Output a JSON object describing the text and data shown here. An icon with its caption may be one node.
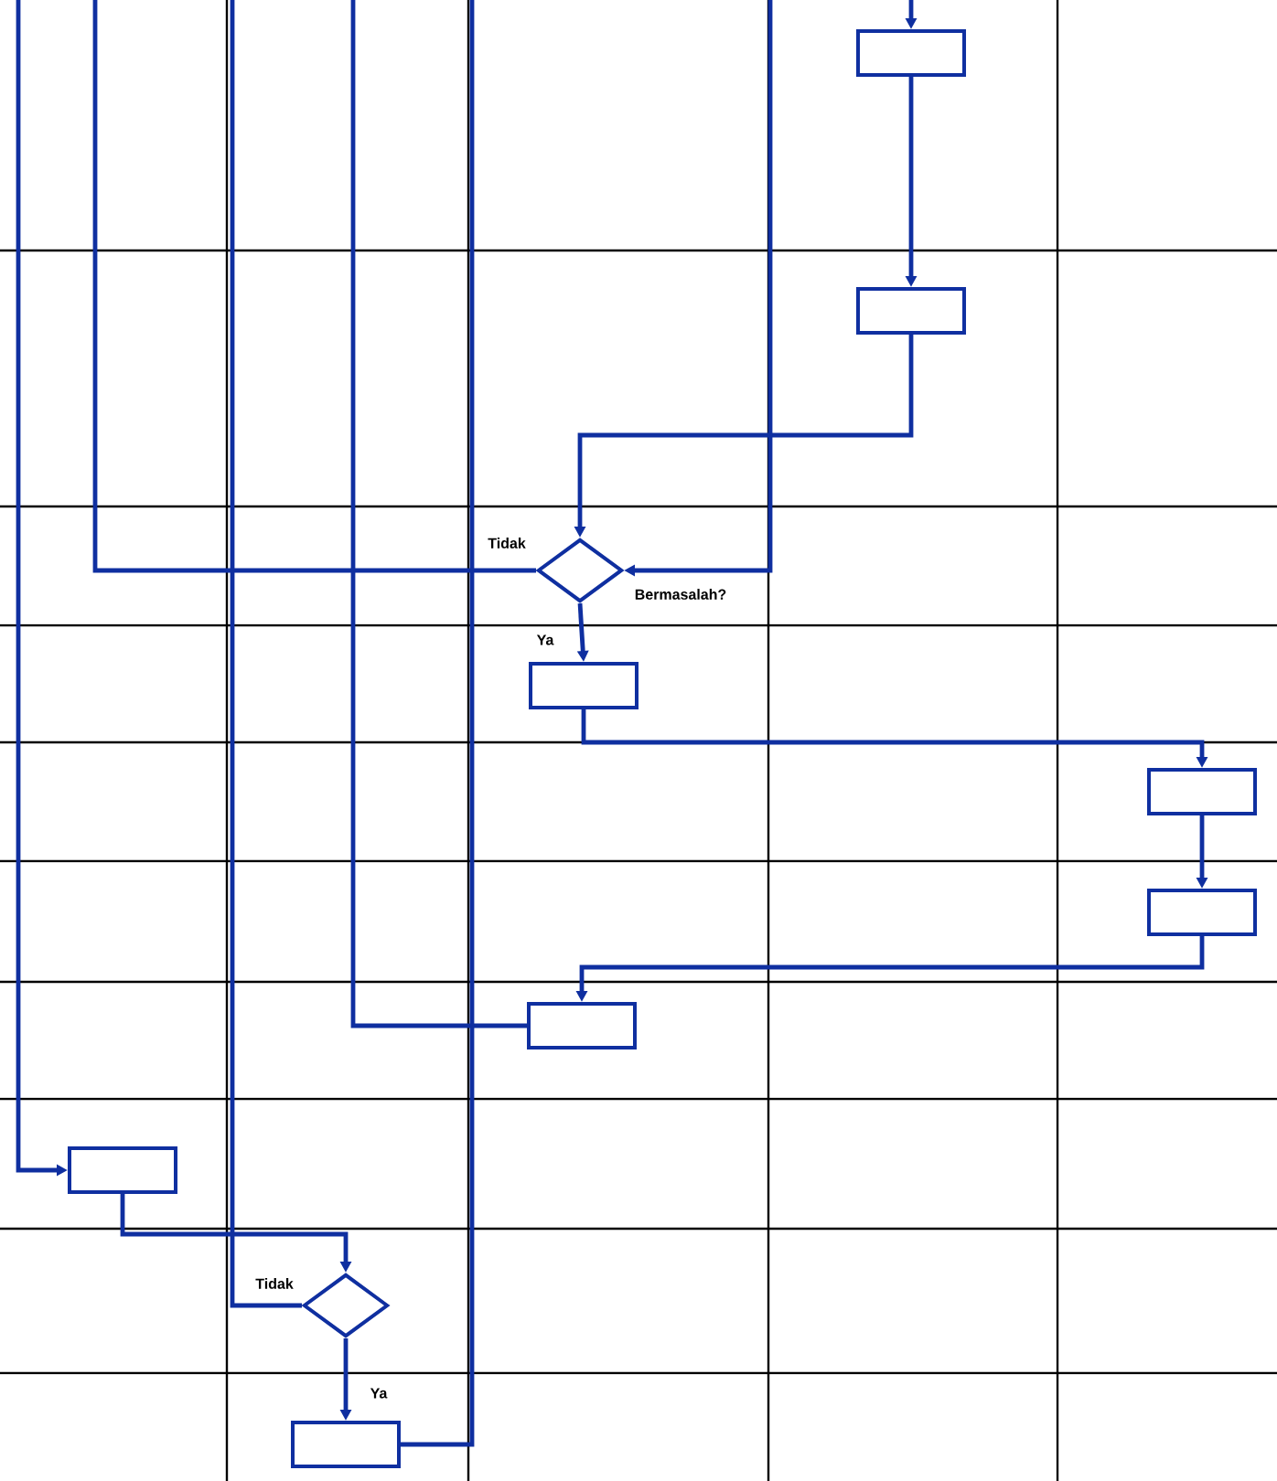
{
  "diagram": {
    "nodes": [
      {
        "text": [],
        "shape": "box"
      },
      {
        "text": [],
        "shape": "box"
      },
      {
        "text": [],
        "shape": "diamond",
        "beside": [
          "Bermasalah?"
        ]
      },
      {
        "text": [],
        "shape": "box"
      },
      {
        "text": [],
        "shape": "box"
      },
      {
        "text": [],
        "shape": "box"
      },
      {
        "text": [],
        "shape": "box"
      },
      {
        "text": [],
        "shape": "box"
      },
      {
        "text": [],
        "shape": "diamond"
      },
      {
        "text": [],
        "shape": "box"
      }
    ],
    "edges": [
      {
        "from": null,
        "to": 0,
        "arrow": "to"
      },
      {
        "from": 0,
        "to": 1,
        "arrow": "to"
      },
      {
        "from": 1,
        "to": 2,
        "arrow": "to"
      },
      {
        "from": null,
        "to": 2,
        "arrow": "to"
      },
      {
        "from": 2,
        "to": null,
        "arrow": "none",
        "label": "Tidak"
      },
      {
        "from": 2,
        "to": 3,
        "arrow": "to",
        "label": "Ya"
      },
      {
        "from": 3,
        "to": 4,
        "arrow": "to"
      },
      {
        "from": 4,
        "to": 5,
        "arrow": "to"
      },
      {
        "from": 5,
        "to": 6,
        "arrow": "to"
      },
      {
        "from": null,
        "to": 6,
        "arrow": "none"
      },
      {
        "from": null,
        "to": 7,
        "arrow": "to"
      },
      {
        "from": 7,
        "to": 8,
        "arrow": "to"
      },
      {
        "from": 8,
        "to": null,
        "arrow": "none",
        "label": "Tidak"
      },
      {
        "from": 8,
        "to": 9,
        "arrow": "to",
        "label": "Ya"
      },
      {
        "from": 9,
        "to": null,
        "arrow": "none"
      }
    ]
  }
}
